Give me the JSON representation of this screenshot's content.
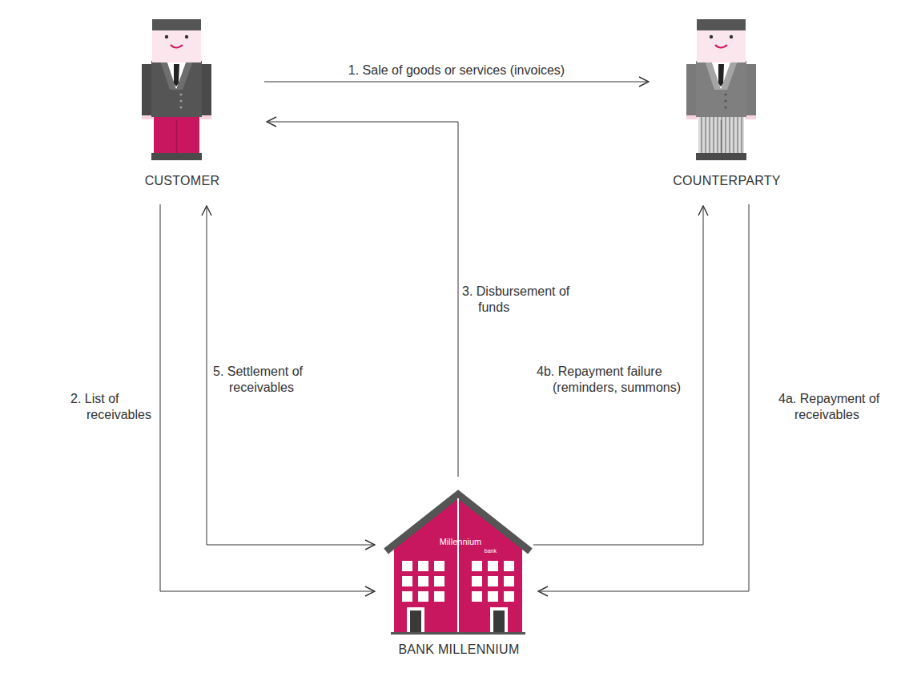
{
  "diagram": {
    "nodes": [
      {
        "text": [
          "CUSTOMER"
        ]
      },
      {
        "text": [
          "COUNTERPARTY"
        ]
      },
      {
        "text": [
          "BANK MILLENNIUM"
        ]
      }
    ],
    "edges": [
      {
        "from": 0,
        "to": 1,
        "arrow": "to",
        "label": "1. Sale of goods or services (invoices)"
      },
      {
        "from": 0,
        "to": 2,
        "arrow": "to",
        "label": "2. List of receivables"
      },
      {
        "from": 2,
        "to": 0,
        "arrow": "to",
        "label": "3. Disbursement of funds"
      },
      {
        "from": 1,
        "to": 2,
        "arrow": "to",
        "label": "4a. Repayment of receivables"
      },
      {
        "from": 2,
        "to": 1,
        "arrow": "to",
        "label": "4b. Repayment failure (reminders, summons)"
      },
      {
        "from": 2,
        "to": 0,
        "arrow": "both",
        "label": "5. Settlement of receivables"
      }
    ],
    "labels": [
      "Millennium",
      "bank"
    ]
  }
}
